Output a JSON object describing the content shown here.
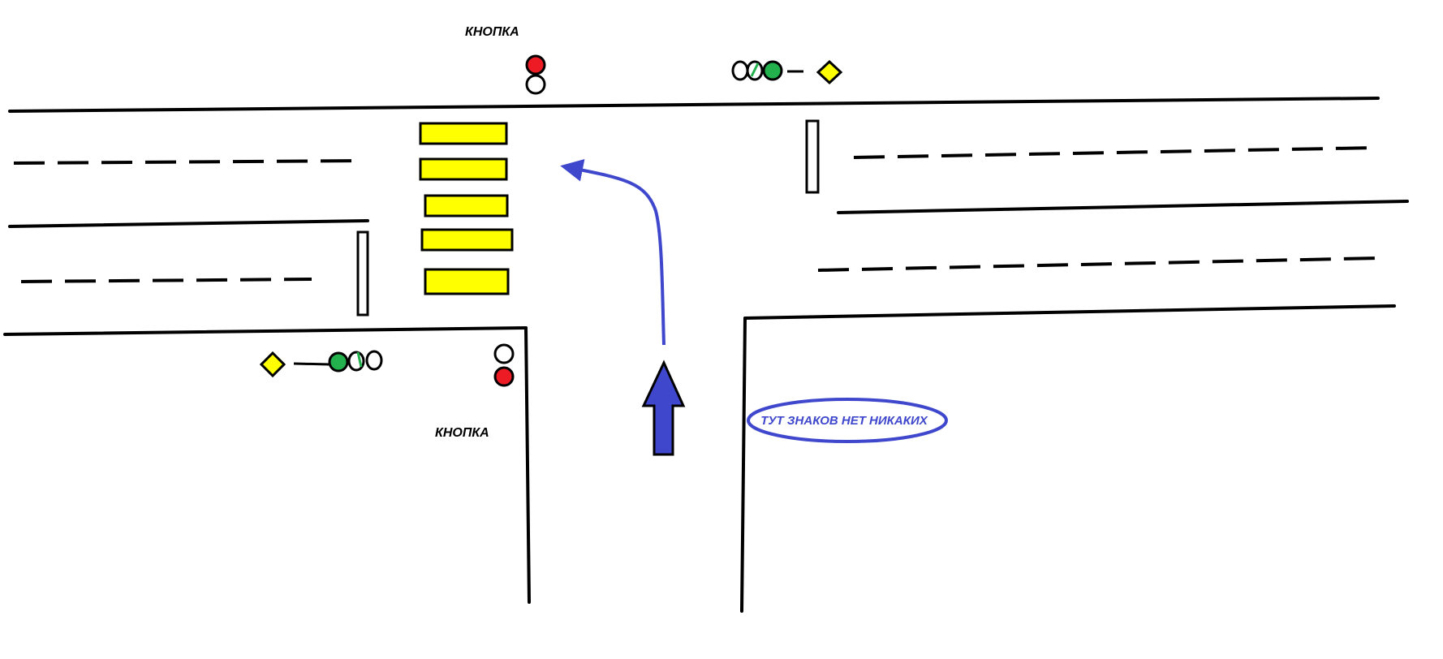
{
  "labels": {
    "button_top": "КНОПКА",
    "button_bottom": "КНОПКА",
    "no_signs_note": "ТУТ ЗНАКОВ НЕТ НИКАКИХ"
  },
  "colors": {
    "line": "#000000",
    "crosswalk": "#ffff00",
    "signal_red": "#ed1c24",
    "signal_green": "#22b14c",
    "priority_sign": "#ffff00",
    "route_arrow": "#3f48cc",
    "note_text": "#3f48cc"
  },
  "icons": {
    "priority_sign": "diamond-sign-icon",
    "direction": "arrow-up-icon",
    "route": "left-turn-path-icon"
  }
}
